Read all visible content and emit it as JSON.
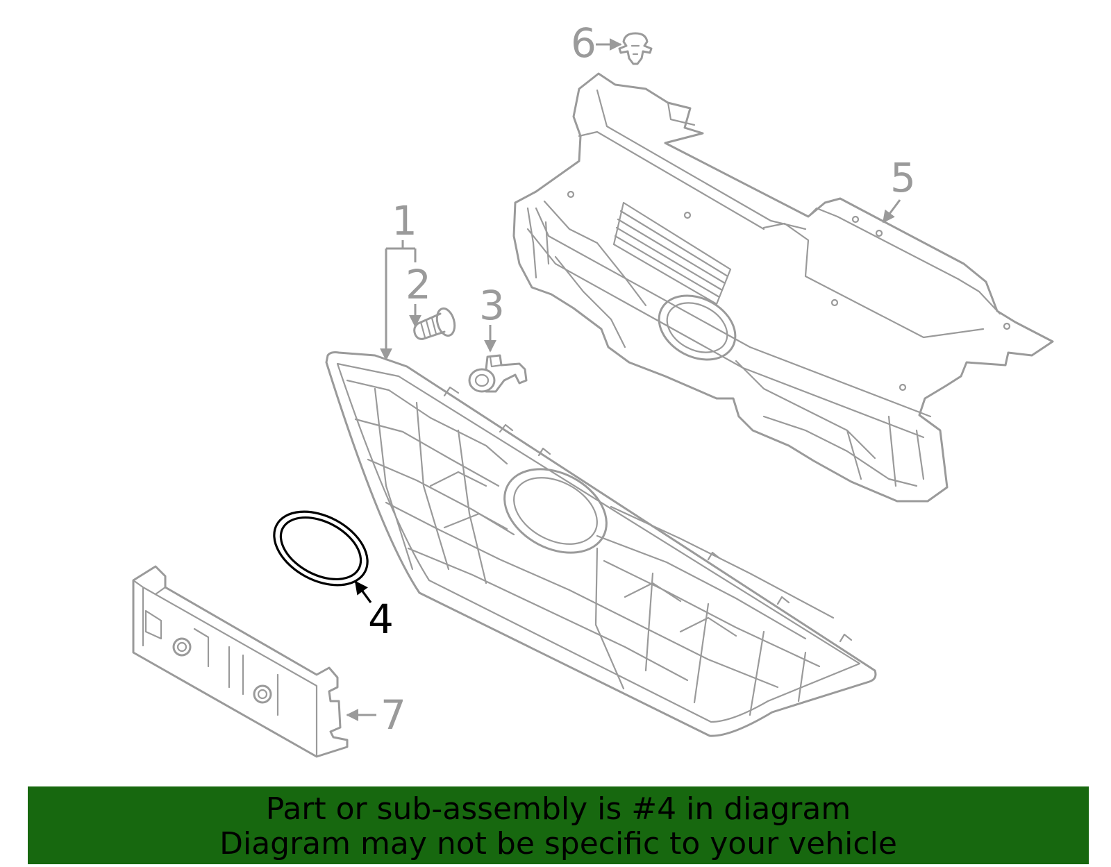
{
  "callouts": {
    "c1": "1",
    "c2": "2",
    "c3": "3",
    "c4": "4",
    "c5": "5",
    "c6": "6",
    "c7": "7"
  },
  "banner": {
    "line1": "Part or sub-assembly is #4 in diagram",
    "line2": "Diagram may not be specific to your vehicle"
  },
  "colors": {
    "line_gray": "#9a9a9a",
    "highlight": "#000000",
    "banner_green": "#17680f"
  }
}
